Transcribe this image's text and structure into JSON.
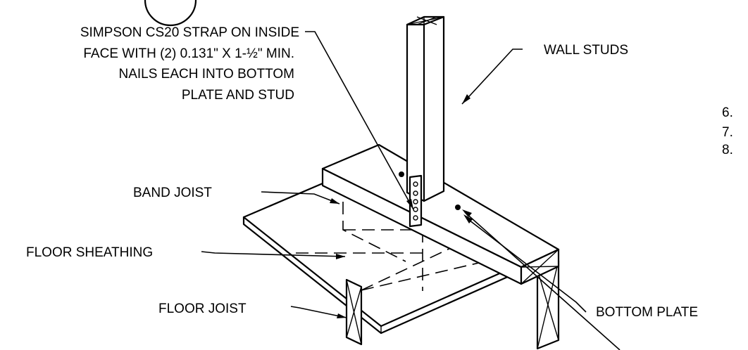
{
  "labels": {
    "strap_line1": "SIMPSON CS20 STRAP ON INSIDE",
    "strap_line2": "FACE WITH (2) 0.131\" X 1-½\" MIN.",
    "strap_line3": "NAILS EACH INTO BOTTOM",
    "strap_line4": "PLATE AND STUD",
    "wall_studs": "WALL STUDS",
    "band_joist": "BAND JOIST",
    "floor_sheathing": "FLOOR SHEATHING",
    "floor_joist": "FLOOR JOIST",
    "bottom_plate": "BOTTOM PLATE"
  },
  "notes": [
    "6.",
    "7.",
    "8."
  ]
}
